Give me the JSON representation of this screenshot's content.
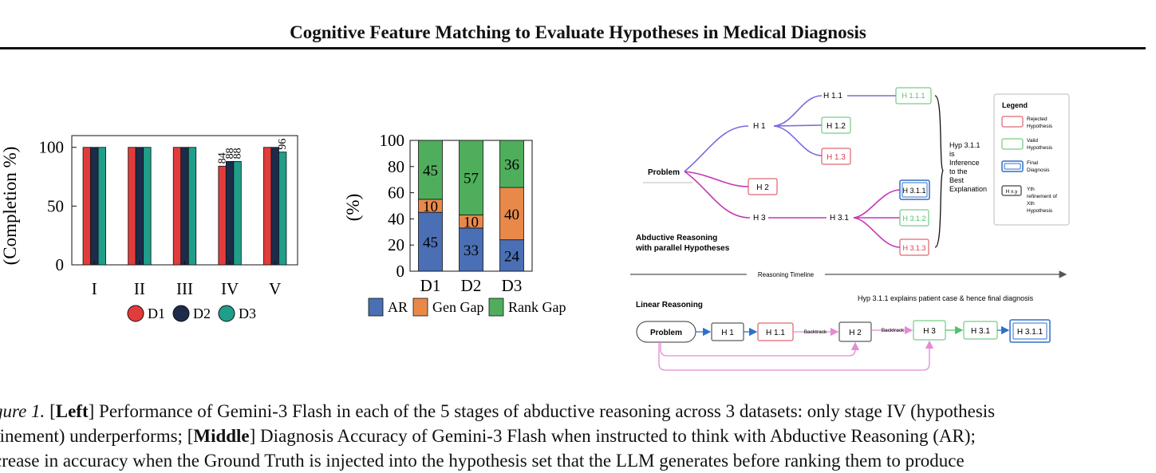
{
  "header": {
    "title": "Cognitive Feature Matching to Evaluate Hypotheses in Medical Diagnosis"
  },
  "chart_data": [
    {
      "type": "bar",
      "ylabel": "(Completion %)",
      "categories": [
        "I",
        "II",
        "III",
        "IV",
        "V"
      ],
      "series": [
        {
          "name": "D1",
          "color": "#e23b3b",
          "values": [
            100,
            100,
            100,
            84,
            100
          ]
        },
        {
          "name": "D2",
          "color": "#1d2c4a",
          "values": [
            100,
            100,
            100,
            88,
            100
          ]
        },
        {
          "name": "D3",
          "color": "#1f9e8a",
          "values": [
            100,
            100,
            100,
            88,
            96
          ]
        }
      ],
      "yticks": [
        "0",
        "50",
        "100"
      ],
      "ylim": [
        0,
        110
      ],
      "data_labels": {
        "IV": [
          "84",
          "88",
          "88"
        ],
        "V": [
          "96"
        ]
      },
      "legend": "bottom",
      "grid": false
    },
    {
      "type": "bar",
      "stacked": true,
      "ylabel": "(%)",
      "categories": [
        "D1",
        "D2",
        "D3"
      ],
      "series": [
        {
          "name": "AR",
          "color": "#4a6fb5",
          "values": [
            45,
            33,
            24
          ]
        },
        {
          "name": "Gen Gap",
          "color": "#e8894a",
          "values": [
            10,
            10,
            40
          ]
        },
        {
          "name": "Rank Gap",
          "color": "#4fae5c",
          "values": [
            45,
            57,
            36
          ]
        }
      ],
      "yticks": [
        "0",
        "20",
        "40",
        "60",
        "80",
        "100"
      ],
      "ylim": [
        0,
        100
      ],
      "legend": "bottom",
      "grid": false
    }
  ],
  "diagram": {
    "problem": "Problem",
    "h1": "H 1",
    "h11": "H 1.1",
    "h111": "H 1.1.1",
    "h12": "H 1.2",
    "h13": "H 1.3",
    "h2": "H 2",
    "h3": "H 3",
    "h31": "H 3.1",
    "h311": "H 3.1.1",
    "h312": "H 3.1.2",
    "h313": "H 3.1.3",
    "ibe": [
      "Hyp 3.1.1",
      "is",
      "Inference",
      "to the",
      "Best",
      "Explanation"
    ],
    "abductive_label": [
      "Abductive  Reasoning",
      "with parallel Hypotheses"
    ],
    "timeline": "Reasoning Timeline",
    "linear_label": "Linear Reasoning",
    "linear_note": "Hyp 3.1.1  explains patient case & hence final diagnosis",
    "linear": {
      "problem": "Problem",
      "h1": "H 1",
      "h11": "H 1.1",
      "backtrack1": "Backtrack",
      "h2": "H 2",
      "backtrack2": "Backtrack",
      "h3": "H 3",
      "h31": "H 3.1",
      "h311": "H 3.1.1"
    },
    "legend": {
      "title": "Legend",
      "rejected": [
        "Rejected",
        "Hypothesis"
      ],
      "valid": [
        "Valid",
        "Hypothesis"
      ],
      "final": [
        "Final",
        "Diagnosis"
      ],
      "refine_box": "H x.y",
      "refine": [
        "Yth",
        "refinement of",
        "Xth",
        "Hypothesis"
      ]
    },
    "colors": {
      "rejected": "#d9424f",
      "valid": "#56c06a",
      "final": "#2f6fc9",
      "purple": "#7a6ae0",
      "magenta": "#c436b8",
      "pink": "#e58ad6"
    }
  },
  "caption": {
    "line1_figlabel": "gure 1.",
    "line1_left": "Left",
    "line1_text": " Performance of Gemini-3 Flash in each of the 5 stages of abductive reasoning across 3 datasets: only stage IV (hypothesis",
    "line2_pre": "finement) underperforms; [",
    "line2_middle": "Middle",
    "line2_text": "] Diagnosis Accuracy of Gemini-3 Flash when instructed to think with Abductive Reasoning (AR);",
    "line3_text": "crease in accuracy when the Ground Truth is injected into the hypothesis set that the LLM generates before ranking them to produce"
  }
}
